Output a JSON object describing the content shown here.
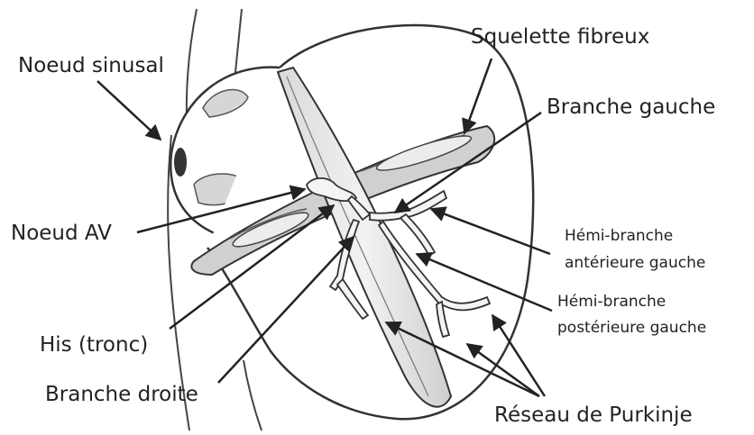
{
  "labels": {
    "noeud_sinusal": "Noeud sinusal",
    "squelette_fibreux": "Squelette fibreux",
    "branche_gauche": "Branche gauche",
    "noeud_av": "Noeud AV",
    "hemi_anterieure_line1": "Hémi-branche",
    "hemi_anterieure_line2": "antérieure gauche",
    "hemi_posterieure_line1": "Hémi-branche",
    "hemi_posterieure_line2": "postérieure gauche",
    "his": "His (tronc)",
    "branche_droite": "Branche droite",
    "reseau_purkinje": "Réseau de Purkinje"
  },
  "colors": {
    "ink": "#222222",
    "shade": "#c8c8c8",
    "light_shade": "#e6e6e6"
  }
}
